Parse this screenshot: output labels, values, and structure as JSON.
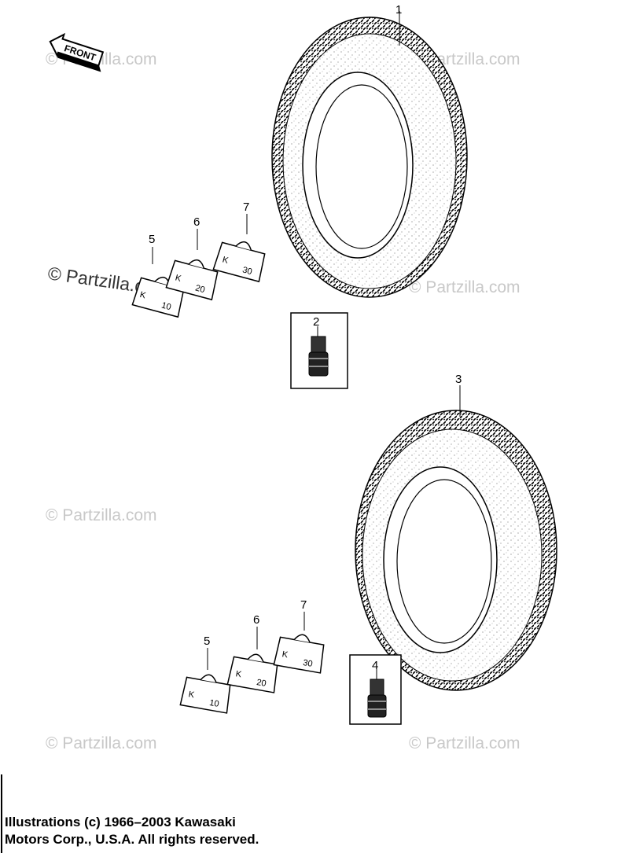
{
  "watermark": {
    "text": "© Partzilla.com"
  },
  "front_arrow": {
    "label": "FRONT",
    "icon": "front-arrow-icon"
  },
  "callouts": {
    "front_tire": "1",
    "front_valve": "2",
    "rear_tire": "3",
    "rear_valve": "4",
    "weight_10_front": "5",
    "weight_20_front": "6",
    "weight_30_front": "7",
    "weight_10_rear": "5",
    "weight_20_rear": "6",
    "weight_30_rear": "7"
  },
  "weights": {
    "w10": "10",
    "w20": "20",
    "w30": "30",
    "logo": "K"
  },
  "copyright": {
    "line1": "Illustrations (c) 1966–2003 Kawasaki",
    "line2": "Motors Corp., U.S.A.  All rights reserved."
  }
}
